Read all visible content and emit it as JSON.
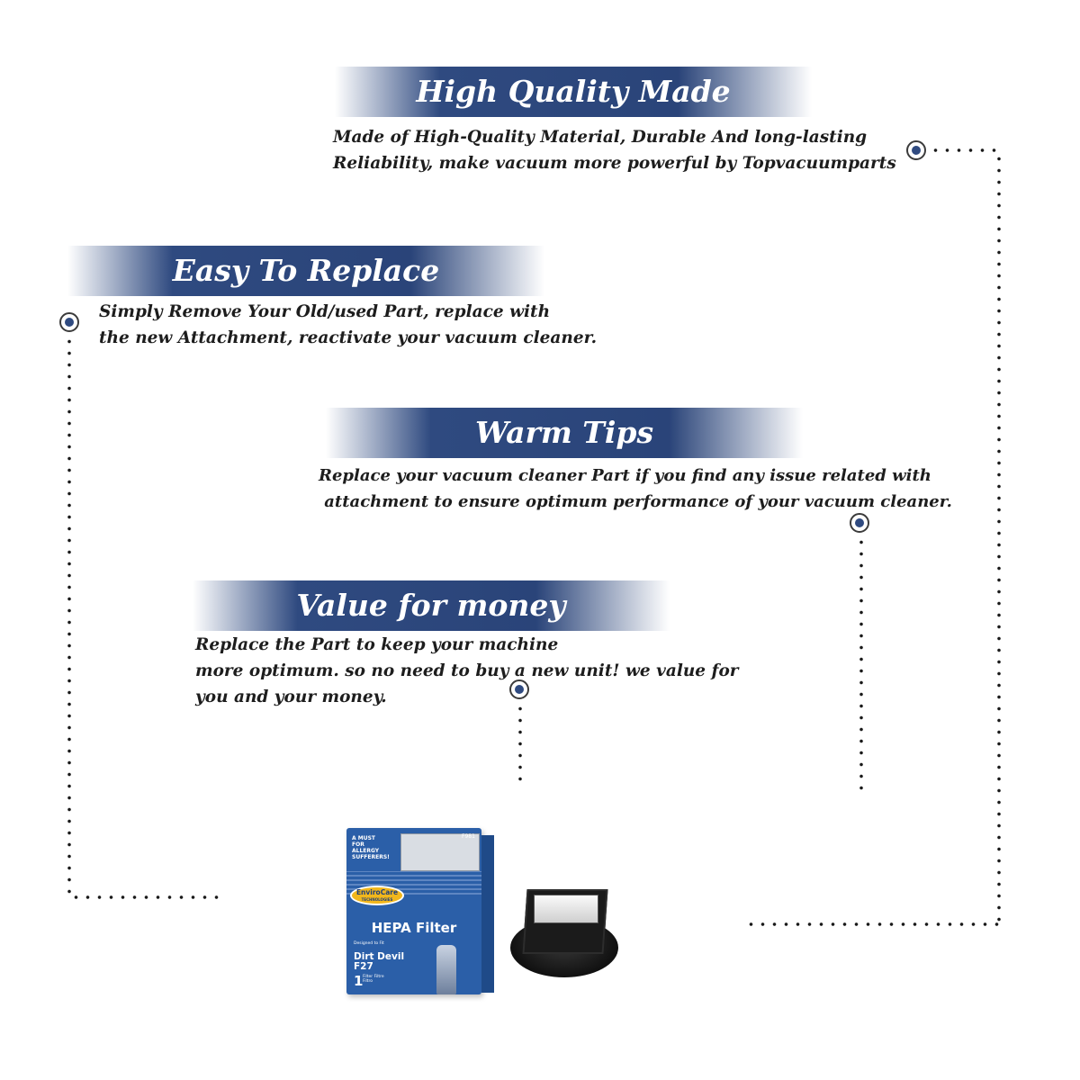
{
  "sections": [
    {
      "id": "high-quality",
      "title": "High Quality Made",
      "lines": [
        "Made of  High-Quality Material, Durable And long-lasting",
        "Reliability, make vacuum more powerful by Topvacuumparts"
      ]
    },
    {
      "id": "easy-replace",
      "title": "Easy To Replace",
      "lines": [
        "Simply Remove Your Old/used Part, replace with",
        "the new Attachment, reactivate your vacuum cleaner."
      ]
    },
    {
      "id": "warm-tips",
      "title": "Warm Tips",
      "lines": [
        "Replace your vacuum cleaner Part if you find any issue related with",
        " attachment to ensure optimum performance of your vacuum cleaner."
      ]
    },
    {
      "id": "value",
      "title": "Value for money",
      "lines": [
        "Replace the Part to keep your machine",
        "more optimum. so no need to buy a new unit! we value for",
        "you and your money."
      ]
    }
  ],
  "product": {
    "box_warning": "A MUST FOR ALLERGY SUFFERERS!",
    "box_code": "F981",
    "logo_line1": "EnviroCare",
    "logo_line2": "TECHNOLOGIES",
    "hepa_label": "HEPA Filter",
    "designed_to_fit": "Designed to Fit",
    "brand_line1": "Dirt Devil",
    "brand_line2": "F27",
    "count": "1",
    "count_sub": "Filter Filtre Filtro"
  },
  "colors": {
    "banner": "#2f4a80",
    "marker_fill": "#2f4a80",
    "text": "#1d1d1d",
    "box_blue": "#2b5fa8"
  }
}
